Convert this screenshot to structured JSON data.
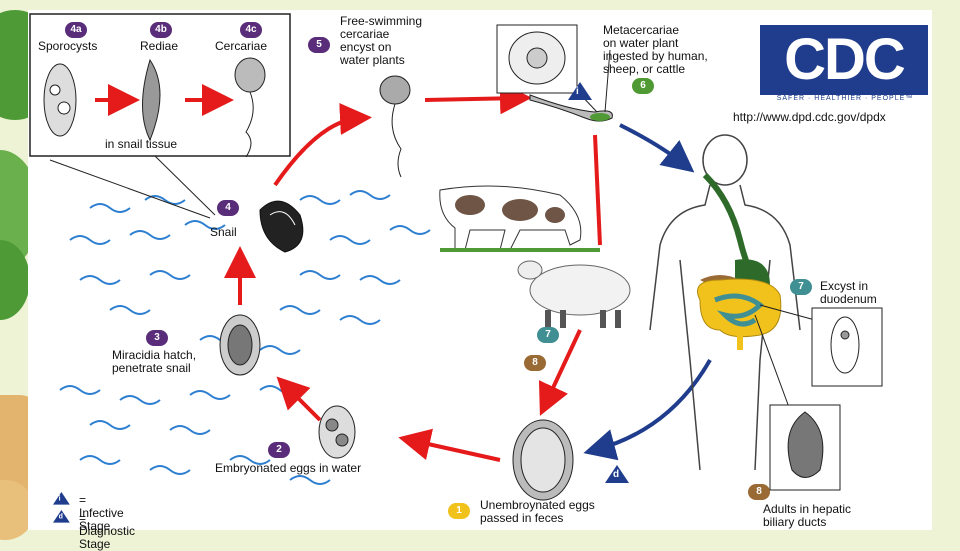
{
  "colors": {
    "background": "#eef3d6",
    "arrow_red": "#e51a1a",
    "arrow_blue": "#1f3d8c",
    "purple": "#5a2d7a",
    "green": "#4f9a34",
    "brown": "#9a6a35",
    "teal": "#3f8f93",
    "yellow": "#f1c21c",
    "water": "#2e7fd0"
  },
  "inset": {
    "steps": [
      {
        "num": "4a",
        "label": "Sporocysts"
      },
      {
        "num": "4b",
        "label": "Rediae"
      },
      {
        "num": "4c",
        "label": "Cercariae"
      }
    ],
    "caption": "in snail tissue"
  },
  "stages": {
    "s5": {
      "num": "5",
      "label": "Free-swimming\ncercariae\nencyst on\nwater plants"
    },
    "s6": {
      "num": "6",
      "label": "Metacercariae\non water plant\ningested by human,\nsheep, or cattle"
    },
    "s4": {
      "num": "4",
      "label": "Snail"
    },
    "s3": {
      "num": "3",
      "label": "Miracidia hatch,\npenetrate snail"
    },
    "s2": {
      "num": "2",
      "label": "Embryonated eggs in water"
    },
    "s1": {
      "num": "1",
      "label": "Unembroynated eggs\npassed in feces"
    },
    "s7": {
      "num": "7",
      "label": "Excyst in\nduodenum"
    },
    "s7b": {
      "num": "7"
    },
    "s8": {
      "num": "8",
      "label": "Adults in hepatic\nbiliary ducts"
    },
    "s8b": {
      "num": "8"
    }
  },
  "markers": {
    "infective": "i",
    "diagnostic": "d"
  },
  "legend": [
    {
      "symbol": "i",
      "text": "= Infective Stage"
    },
    {
      "symbol": "d",
      "text": "= Diagnostic Stage"
    }
  ],
  "cdc": {
    "logo_text": "CDC",
    "tagline": "SAFER · HEALTHIER · PEOPLE™",
    "url": "http://www.dpd.cdc.gov/dpdx"
  }
}
